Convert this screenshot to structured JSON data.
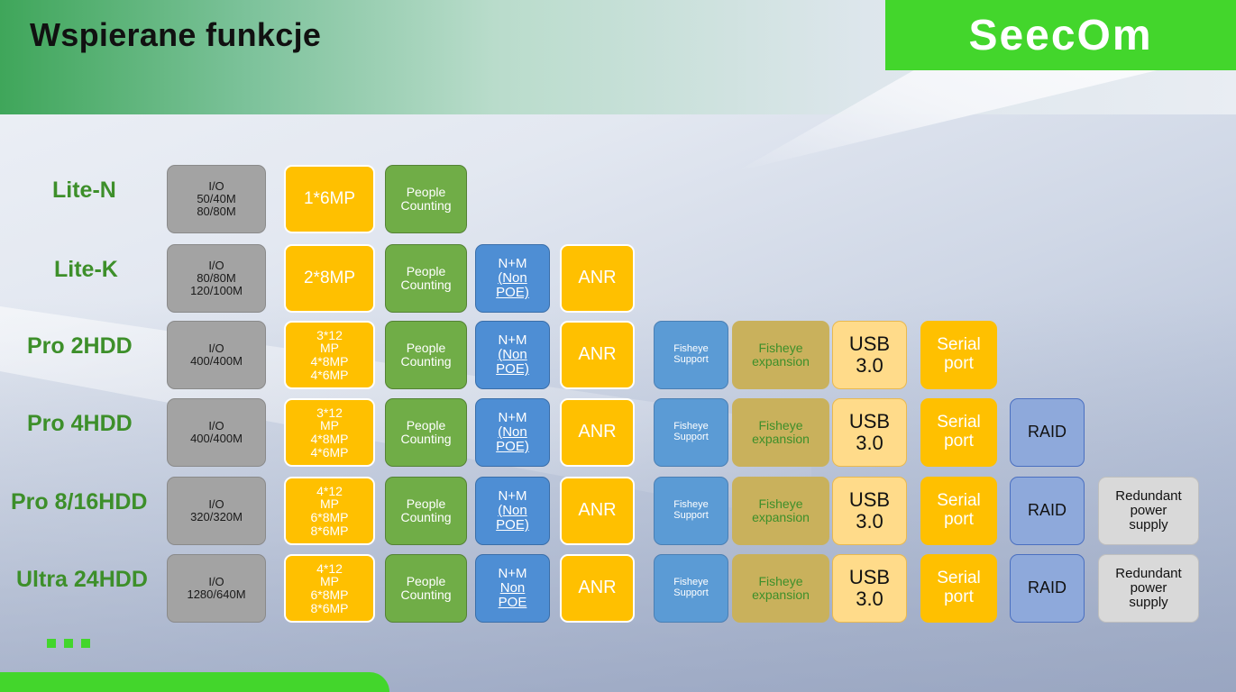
{
  "header": {
    "title": "Wspierane funkcje",
    "logo_text": "SeecOm"
  },
  "rows": [
    {
      "label": "Lite-N",
      "io": "I/O\n50/40M\n80/80M",
      "mp": "1*6MP",
      "people": "People\nCounting"
    },
    {
      "label": "Lite-K",
      "io": "I/O\n80/80M\n120/100M",
      "mp": "2*8MP",
      "people": "People\nCounting",
      "nm": [
        "N+M",
        "(Non",
        "POE)"
      ],
      "anr": "ANR"
    },
    {
      "label": "Pro 2HDD",
      "io": "I/O\n400/400M",
      "mp": "3*12\nMP\n4*8MP\n4*6MP",
      "people": "People\nCounting",
      "nm": [
        "N+M",
        "(Non",
        "POE)"
      ],
      "anr": "ANR",
      "fisheye": "Fisheye\nSupport",
      "fexp": "Fisheye\nexpansion",
      "usb": "USB\n3.0",
      "serial": "Serial\nport"
    },
    {
      "label": "Pro 4HDD",
      "io": "I/O\n400/400M",
      "mp": "3*12\nMP\n4*8MP\n4*6MP",
      "people": "People\nCounting",
      "nm": [
        "N+M",
        "(Non",
        "POE)"
      ],
      "anr": "ANR",
      "fisheye": "Fisheye\nSupport",
      "fexp": "Fisheye\nexpansion",
      "usb": "USB\n3.0",
      "serial": "Serial\nport",
      "raid": "RAID"
    },
    {
      "label": "Pro 8/16HDD",
      "io": "I/O\n320/320M",
      "mp": "4*12\nMP\n6*8MP\n8*6MP",
      "people": "People\nCounting",
      "nm": [
        "N+M",
        "(Non",
        "POE)"
      ],
      "anr": "ANR",
      "fisheye": "Fisheye\nSupport",
      "fexp": "Fisheye\nexpansion",
      "usb": "USB\n3.0",
      "serial": "Serial\nport",
      "raid": "RAID",
      "rps": "Redundant\npower\nsupply"
    },
    {
      "label": "Ultra 24HDD",
      "io": "I/O\n1280/640M",
      "mp": "4*12\nMP\n6*8MP\n8*6MP",
      "people": "People\nCounting",
      "nm": [
        "N+M",
        "Non",
        "POE"
      ],
      "anr": "ANR",
      "fisheye": "Fisheye\nSupport",
      "fexp": "Fisheye\nexpansion",
      "usb": "USB\n3.0",
      "serial": "Serial\nport",
      "raid": "RAID",
      "rps": "Redundant\npower\nsupply"
    }
  ],
  "colors": {
    "brand_green": "#43d62c",
    "label_green": "#3d8f2a",
    "orange": "#ffc000",
    "blue": "#4e8ed4",
    "gray": "#a3a3a3",
    "raid": "#8ea9db"
  }
}
